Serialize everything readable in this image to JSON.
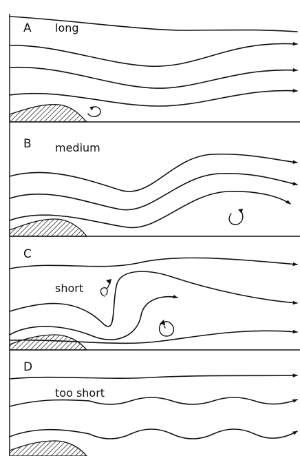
{
  "panels": [
    {
      "letter": "A",
      "label": "long"
    },
    {
      "letter": "B",
      "label": "medium"
    },
    {
      "letter": "C",
      "label": "short"
    },
    {
      "letter": "D",
      "label": "too short"
    }
  ]
}
